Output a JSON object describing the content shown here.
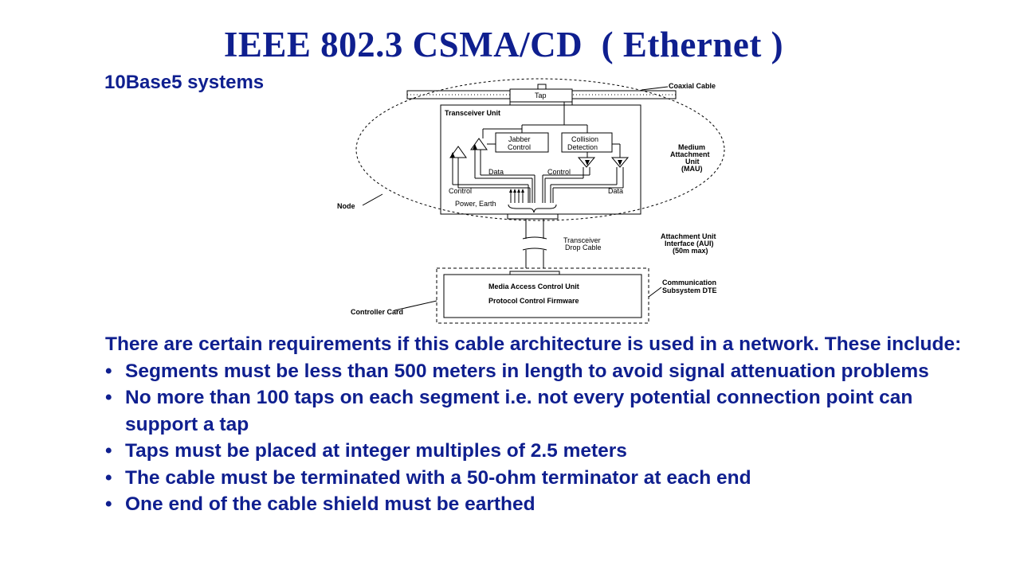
{
  "title": "IEEE 802.3 CSMA/CD  ( Ethernet )",
  "subtitle": "10Base5 systems",
  "diagram": {
    "labels": {
      "coaxial_cable": "Coaxial Cable",
      "tap": "Tap",
      "transceiver_unit": "Transceiver Unit",
      "jabber_control": [
        "Jabber",
        "Control"
      ],
      "collision_detection": [
        "Collision",
        "Detection"
      ],
      "mau": [
        "Medium",
        "Attachment",
        "Unit",
        "(MAU)"
      ],
      "data_left": "Data",
      "control_middle": "Control",
      "control_left": "Control",
      "data_right": "Data",
      "power_earth": "Power, Earth",
      "node": "Node",
      "drop_cable": [
        "Transceiver",
        "Drop Cable"
      ],
      "aui": [
        "Attachment Unit",
        "Interface (AUI)",
        "(50m max)"
      ],
      "mac_unit": "Media Access Control Unit",
      "protocol_firmware": "Protocol Control Firmware",
      "comm_subsystem": [
        "Communication",
        "Subsystem DTE"
      ],
      "controller_card": "Controller Card"
    }
  },
  "body": {
    "intro": "There are certain requirements if this cable architecture is used in a network. These include:",
    "bullet_symbol": "•",
    "bullets": [
      "Segments must be less than 500 meters in length to avoid signal attenuation problems",
      "No more than 100 taps on each segment i.e. not every potential connection point can support a tap",
      "Taps must be placed at integer multiples of 2.5 meters",
      "The cable must be terminated with a 50-ohm terminator at each end",
      "One end of the cable shield must be earthed"
    ]
  }
}
